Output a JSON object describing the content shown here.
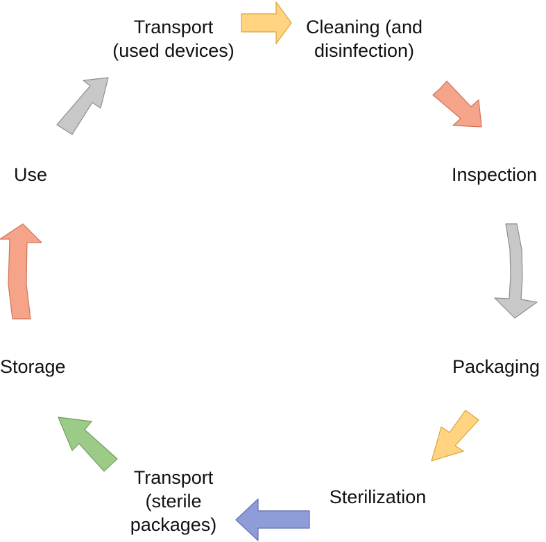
{
  "diagram": {
    "nodes": [
      {
        "id": "transport-used",
        "lines": [
          "Transport",
          "(used devices)"
        ]
      },
      {
        "id": "cleaning",
        "lines": [
          "Cleaning (and",
          "disinfection)"
        ]
      },
      {
        "id": "inspection",
        "lines": [
          "Inspection"
        ]
      },
      {
        "id": "packaging",
        "lines": [
          "Packaging"
        ]
      },
      {
        "id": "sterilization",
        "lines": [
          "Sterilization"
        ]
      },
      {
        "id": "transport-sterile",
        "lines": [
          "Transport",
          "(sterile",
          "packages)"
        ]
      },
      {
        "id": "storage",
        "lines": [
          "Storage"
        ]
      },
      {
        "id": "use",
        "lines": [
          "Use"
        ]
      }
    ],
    "arrow_colors": {
      "transport_to_cleaning": {
        "fill": "#FFD37F",
        "stroke": "#D9A63F"
      },
      "cleaning_to_inspection": {
        "fill": "#F5A48A",
        "stroke": "#D0745A"
      },
      "inspection_to_packaging": {
        "fill": "#C8C8C8",
        "stroke": "#8E8E8E"
      },
      "packaging_to_sterilization": {
        "fill": "#FFD37F",
        "stroke": "#D9A63F"
      },
      "sterilization_to_transport": {
        "fill": "#8E9DD8",
        "stroke": "#5F6FB0"
      },
      "transport_to_storage": {
        "fill": "#9BCB86",
        "stroke": "#6E9E5A"
      },
      "storage_to_use": {
        "fill": "#F5A48A",
        "stroke": "#D0745A"
      },
      "use_to_transport": {
        "fill": "#C8C8C8",
        "stroke": "#8E8E8E"
      }
    }
  }
}
